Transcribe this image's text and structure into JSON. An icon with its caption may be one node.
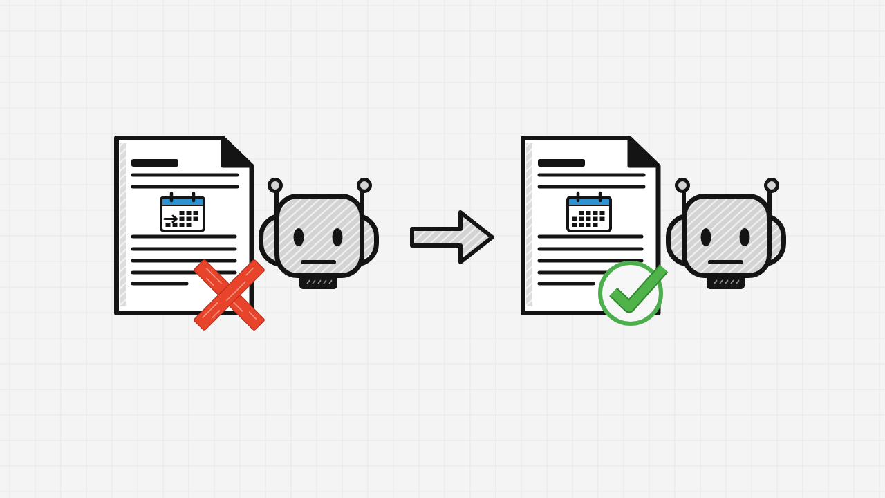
{
  "diagram": {
    "nodes": [
      {
        "text": [],
        "shape": "picture"
      },
      {
        "text": [],
        "shape": "picture"
      },
      {
        "text": [],
        "shape": "picture"
      },
      {
        "text": [],
        "shape": "picture"
      }
    ],
    "edges": [
      {
        "from": 1,
        "to": 2,
        "arrow": "to"
      }
    ]
  }
}
